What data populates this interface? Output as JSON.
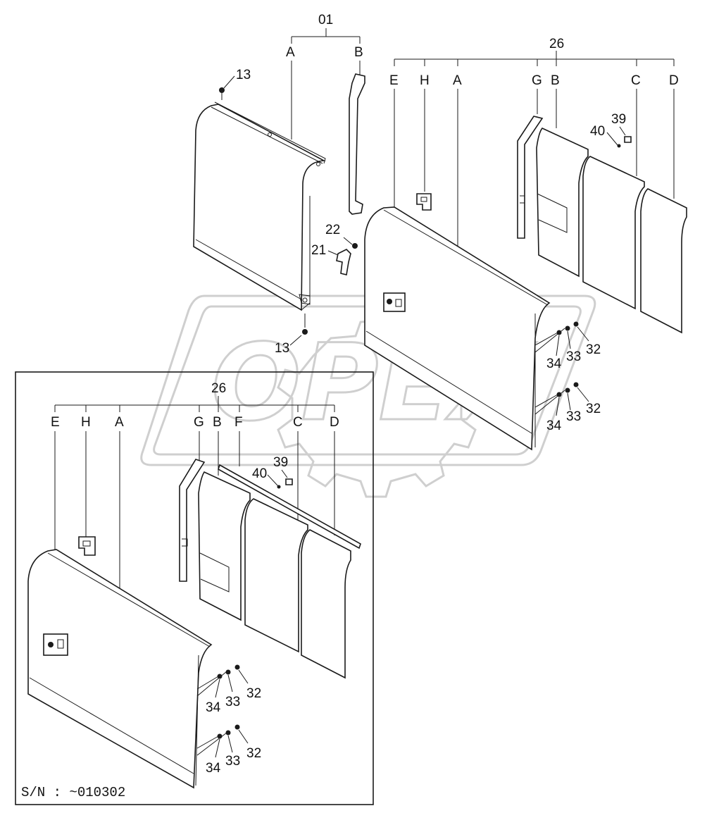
{
  "watermark": "OPEX",
  "serial_note": "S/N :  ~010302",
  "colors": {
    "line": "#1a1a1a",
    "watermark": "#cfcfcf"
  },
  "labels": {
    "l01": "01",
    "l26_top": "26",
    "l26_bottom": "26",
    "l13_a": "13",
    "l13_b": "13",
    "l22": "22",
    "l21": "21",
    "l39_top": "39",
    "l40_top": "40",
    "l39_bottom": "39",
    "l40_bottom": "40",
    "top_A": "A",
    "top_B": "B",
    "mid_E": "E",
    "mid_H": "H",
    "mid_A": "A",
    "mid_G": "G",
    "mid_B": "B",
    "mid_C": "C",
    "mid_D": "D",
    "bot_E": "E",
    "bot_H": "H",
    "bot_A": "A",
    "bot_G": "G",
    "bot_B": "B",
    "bot_F": "F",
    "bot_C": "C",
    "bot_D": "D",
    "r1_34": "34",
    "r1_33": "33",
    "r1_32": "32",
    "r2_34": "34",
    "r2_33": "33",
    "r2_32": "32",
    "r3_34": "34",
    "r3_33": "33",
    "r3_32": "32",
    "r4_34": "34",
    "r4_33": "33",
    "r4_32": "32"
  }
}
